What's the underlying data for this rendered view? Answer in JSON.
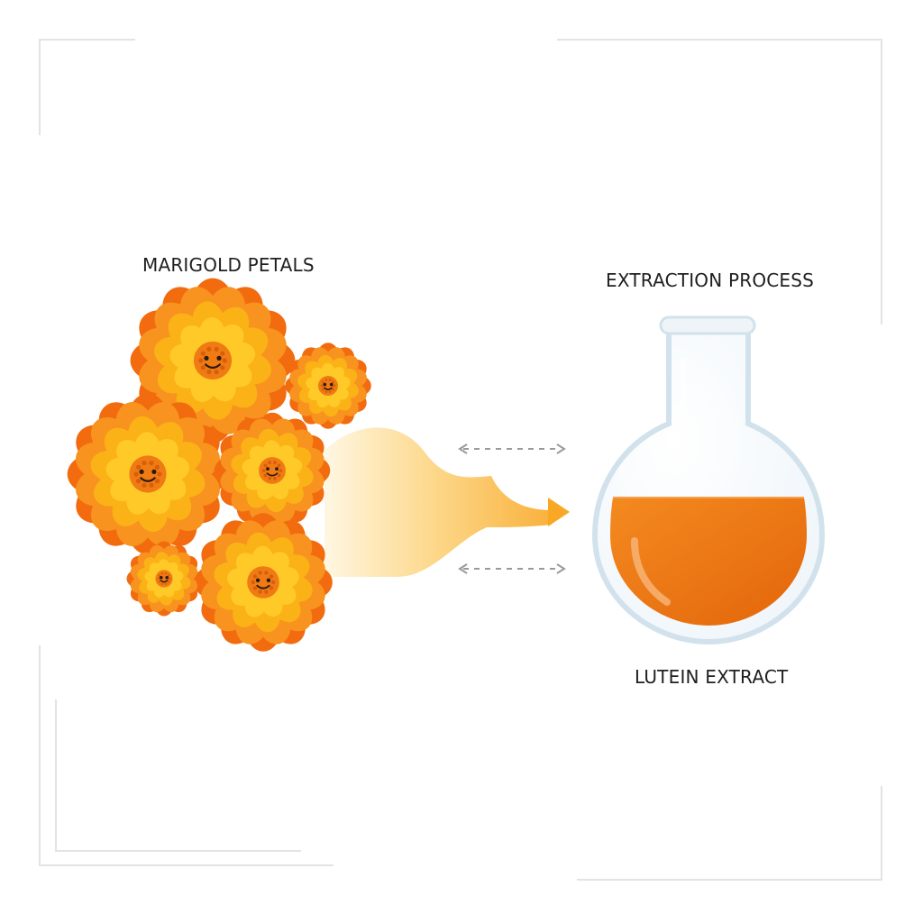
{
  "diagram": {
    "labels": {
      "petals": "MARIGOLD PETALS",
      "process": "EXTRACTION PROCESS",
      "extract": "LUTEIN EXTRACT"
    },
    "colors": {
      "petal_outer": "#f7931e",
      "petal_deep": "#f26b0f",
      "petal_inner": "#fbb217",
      "petal_light": "#ffc928",
      "center": "#f07a14",
      "stream": "#f9b233",
      "arrow": "#f9a826",
      "liquid": "#ef7512",
      "glass": "#d8e7f0",
      "dashed_arrow": "#9a9a9a",
      "frame": "#e3e3e3"
    }
  }
}
